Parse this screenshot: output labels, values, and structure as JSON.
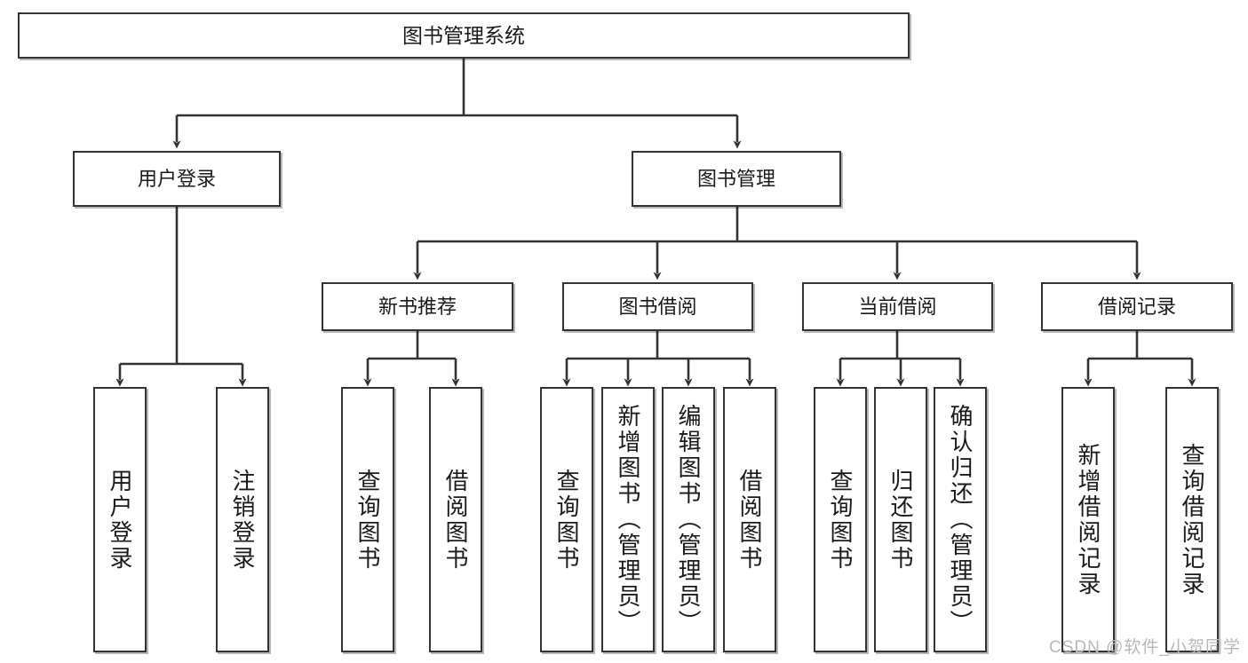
{
  "diagram": {
    "title": "图书管理系统",
    "type": "tree-hierarchy",
    "orientation": "top-down",
    "colors": {
      "node_border": "#333333",
      "node_fill": "#ffffff",
      "edge": "#333333",
      "watermark": "#b9b9b9",
      "background": "#ffffff"
    },
    "nodes": {
      "root": {
        "label": "图书管理系统",
        "level": 1
      },
      "user_login": {
        "label": "用户登录",
        "level": 2
      },
      "book_manage": {
        "label": "图书管理",
        "level": 2
      },
      "new_book_rec": {
        "label": "新书推荐",
        "level": 3
      },
      "book_borrow": {
        "label": "图书借阅",
        "level": 3
      },
      "current_borrow": {
        "label": "当前借阅",
        "level": 3
      },
      "borrow_record": {
        "label": "借阅记录",
        "level": 3
      },
      "leaf_user_login": {
        "label": "用户登录",
        "level": 3
      },
      "leaf_logout": {
        "label": "注销登录",
        "level": 3
      },
      "leaf_query_book_1": {
        "label": "查询图书",
        "level": 4
      },
      "leaf_borrow_book_1": {
        "label": "借阅图书",
        "level": 4
      },
      "leaf_query_book_2": {
        "label": "查询图书",
        "level": 4
      },
      "leaf_add_book": {
        "label": "新增图书（管理员）",
        "level": 4
      },
      "leaf_edit_book": {
        "label": "编辑图书（管理员）",
        "level": 4
      },
      "leaf_borrow_book_2": {
        "label": "借阅图书",
        "level": 4
      },
      "leaf_query_book_3": {
        "label": "查询图书",
        "level": 4
      },
      "leaf_return_book": {
        "label": "归还图书",
        "level": 4
      },
      "leaf_confirm_return": {
        "label": "确认归还（管理员）",
        "level": 4
      },
      "leaf_add_record": {
        "label": "新增借阅记录",
        "level": 4
      },
      "leaf_query_record": {
        "label": "查询借阅记录",
        "level": 4
      }
    },
    "edges": [
      {
        "from": "root",
        "to": "user_login"
      },
      {
        "from": "root",
        "to": "book_manage"
      },
      {
        "from": "user_login",
        "to": "leaf_user_login"
      },
      {
        "from": "user_login",
        "to": "leaf_logout"
      },
      {
        "from": "book_manage",
        "to": "new_book_rec"
      },
      {
        "from": "book_manage",
        "to": "book_borrow"
      },
      {
        "from": "book_manage",
        "to": "current_borrow"
      },
      {
        "from": "book_manage",
        "to": "borrow_record"
      },
      {
        "from": "new_book_rec",
        "to": "leaf_query_book_1"
      },
      {
        "from": "new_book_rec",
        "to": "leaf_borrow_book_1"
      },
      {
        "from": "book_borrow",
        "to": "leaf_query_book_2"
      },
      {
        "from": "book_borrow",
        "to": "leaf_add_book"
      },
      {
        "from": "book_borrow",
        "to": "leaf_edit_book"
      },
      {
        "from": "book_borrow",
        "to": "leaf_borrow_book_2"
      },
      {
        "from": "current_borrow",
        "to": "leaf_query_book_3"
      },
      {
        "from": "current_borrow",
        "to": "leaf_return_book"
      },
      {
        "from": "current_borrow",
        "to": "leaf_confirm_return"
      },
      {
        "from": "borrow_record",
        "to": "leaf_add_record"
      },
      {
        "from": "borrow_record",
        "to": "leaf_query_record"
      }
    ]
  },
  "watermark": {
    "text": "CSDN @软件_小贺同学"
  }
}
